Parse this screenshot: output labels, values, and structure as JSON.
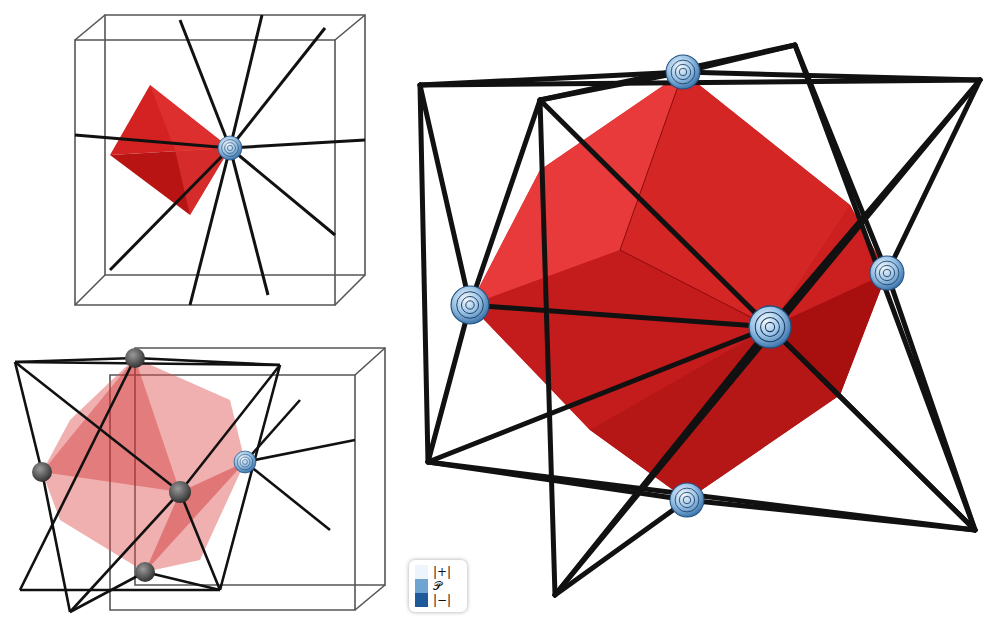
{
  "diagram": {
    "legend": [
      {
        "text": "|+|",
        "color": "#eef4fb"
      },
      {
        "text": "𝒫",
        "color": "#6fa3d2"
      },
      {
        "text": "|−|",
        "color": "#1e5a9a"
      }
    ]
  }
}
